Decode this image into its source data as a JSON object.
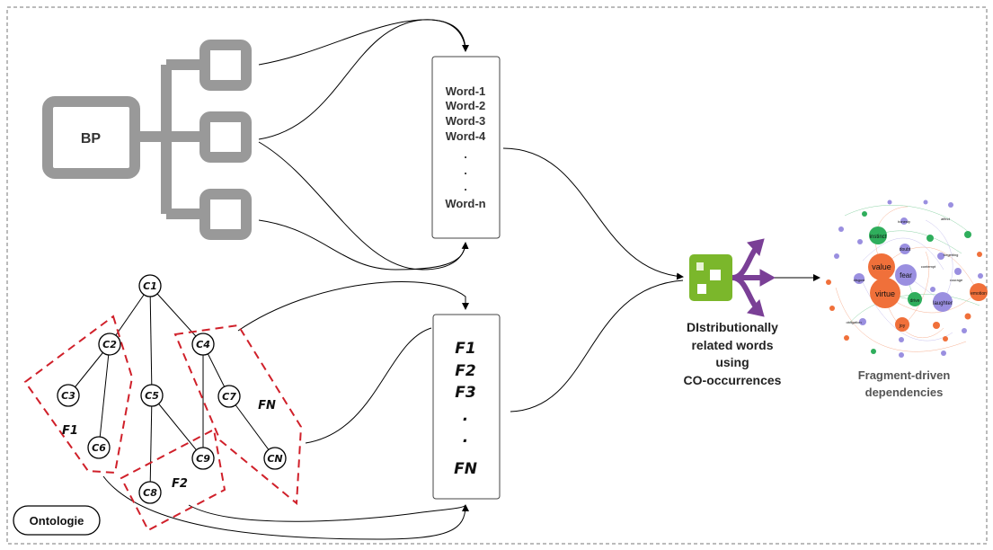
{
  "bp_label": "BP",
  "words": [
    "Word-1",
    "Word-2",
    "Word-3",
    "Word-4",
    ".",
    ".",
    ".",
    "Word-n"
  ],
  "fragments": [
    "F1",
    "F2",
    "F3",
    ".",
    ".",
    "FN"
  ],
  "concepts": {
    "c1": "C1",
    "c2": "C2",
    "c3": "C3",
    "c4": "C4",
    "c5": "C5",
    "c6": "C6",
    "c7": "C7",
    "c8": "C8",
    "c9": "C9",
    "cn": "CN"
  },
  "fragment_labels": {
    "f1": "F1",
    "f2": "F2",
    "fn": "FN"
  },
  "ontology_label": "Ontologie",
  "distributional_label": [
    "DIstributionally",
    "related words",
    "using",
    "CO-occurrences"
  ],
  "network_caption": [
    "Fragment-driven",
    "dependencies"
  ],
  "network_nodes": {
    "value": "value",
    "virtue": "virtue",
    "fear": "fear",
    "instinct": "instinct",
    "laughter": "laughter",
    "emotion": "emotion",
    "drive": "drive",
    "joy": "joy",
    "doubt": "doubt",
    "contempt": "contempt",
    "courage": "courage",
    "disgust": "disgust",
    "forgetting": "forgetting",
    "obligation": "obligation",
    "honesty": "honesty",
    "affect": "affect"
  },
  "colors": {
    "bp_gray": "#999999",
    "fragment_dash": "#d0202a",
    "icon_green": "#7bb72b",
    "arrow_purple": "#7a3f96",
    "node_orange": "#f0703a",
    "node_purple": "#9a8fe0",
    "node_green": "#2fae5c"
  }
}
